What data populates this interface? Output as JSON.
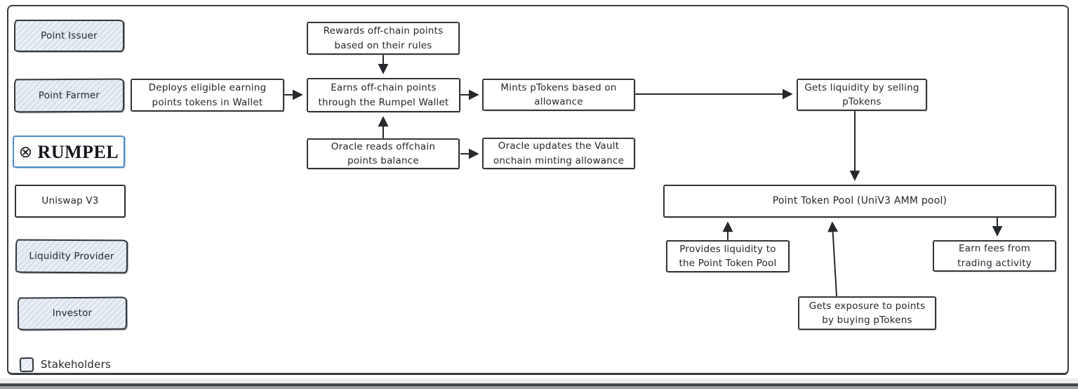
{
  "colors": {
    "ink": "#2a2e33",
    "accent_blue": "#4f8ccb",
    "stakeholder_fill": "#e3eaf1"
  },
  "logo": {
    "symbol": "⊗",
    "name": "RUMPEL"
  },
  "stakeholders": [
    {
      "label": "Point Issuer"
    },
    {
      "label": "Point Farmer"
    },
    {
      "label": "Uniswap V3"
    },
    {
      "label": "Liquidity Provider"
    },
    {
      "label": "Investor"
    }
  ],
  "nodes": {
    "rewards": {
      "label": "Rewards off-chain points\nbased on their rules"
    },
    "deploys": {
      "label": "Deploys eligible earning\npoints tokens in Wallet"
    },
    "earns": {
      "label": "Earns off-chain points\nthrough the Rumpel Wallet"
    },
    "mints": {
      "label": "Mints pTokens based on\nallowance"
    },
    "gets_liquidity": {
      "label": "Gets liquidity by selling\npTokens"
    },
    "oracle_reads": {
      "label": "Oracle reads offchain\npoints balance"
    },
    "oracle_updates": {
      "label": "Oracle updates the Vault\nonchain minting allowance"
    },
    "pool": {
      "label": "Point Token Pool (UniV3 AMM pool)"
    },
    "provides": {
      "label": "Provides liquidity to\nthe Point Token Pool"
    },
    "gets_exposure": {
      "label": "Gets exposure to points\nby buying pTokens"
    },
    "earn_fees": {
      "label": "Earn fees from\ntrading activity"
    }
  },
  "legend": {
    "label": "Stakeholders"
  }
}
